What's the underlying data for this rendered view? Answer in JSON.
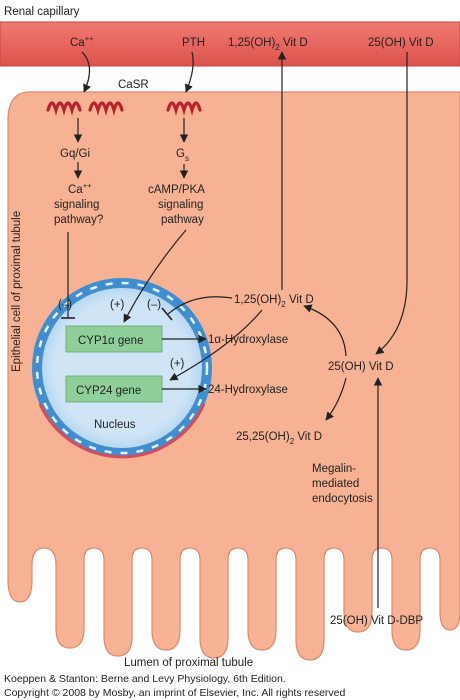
{
  "labels": {
    "renal_capillary": "Renal capillary",
    "ca_top": "Ca",
    "ca_top_sup": "++",
    "pth": "PTH",
    "vitd_125_top": "1,25(OH)",
    "vitd_125_top_sub": "2",
    "vitd_125_top_tail": " Vit D",
    "vitd_25_top": "25(OH) Vit D",
    "casr": "CaSR",
    "gq_gi": "Gq/Gi",
    "gs": "G",
    "gs_sub": "s",
    "ca_signal_1": "Ca",
    "ca_signal_1_sup": "++",
    "ca_signal_2": "signaling",
    "ca_signal_3": "pathway?",
    "camp_1": "cAMP/PKA",
    "camp_2": "signaling",
    "camp_3": "pathway",
    "cell_side": "Epithelial cell of proximal tubule",
    "minus_1": "(–)",
    "plus_1": "(+)",
    "minus_2": "(–)",
    "plus_2": "(+)",
    "vitd_125_mid": "1,25(OH)",
    "vitd_125_mid_sub": "2",
    "vitd_125_mid_tail": " Vit D",
    "cyp1a_gene": "CYP1α gene",
    "hydroxylase_1a": "1α-Hydroxylase",
    "vitd_25_mid": "25(OH) Vit D",
    "cyp24_gene": "CYP24 gene",
    "hydroxylase_24": "24-Hydroxylase",
    "nucleus": "Nucleus",
    "vitd_2525": "25,25(OH)",
    "vitd_2525_sub": "2",
    "vitd_2525_tail": " Vit D",
    "megalin_1": "Megalin-",
    "megalin_2": "mediated",
    "megalin_3": "endocytosis",
    "vitd_dbp": "25(OH) Vit D-DBP",
    "lumen": "Lumen of proximal tubule",
    "credit_1": "Koeppen & Stanton: Berne and Levy Physiology, 6th Edition.",
    "credit_2": "Copyright © 2008 by Mosby, an imprint of Elsevier, Inc. All rights reserved"
  },
  "colors": {
    "capillary": "#e8605a",
    "capillary_edge": "#c9443f",
    "cell": "#f7b294",
    "cell_edge": "#d88a6c",
    "receptor": "#b8222c",
    "nucleus_ring": "#3f8ed2",
    "nucleus_fill": "#b9d8f0",
    "gene_box": "#8fd09a",
    "arrow": "#222222"
  }
}
